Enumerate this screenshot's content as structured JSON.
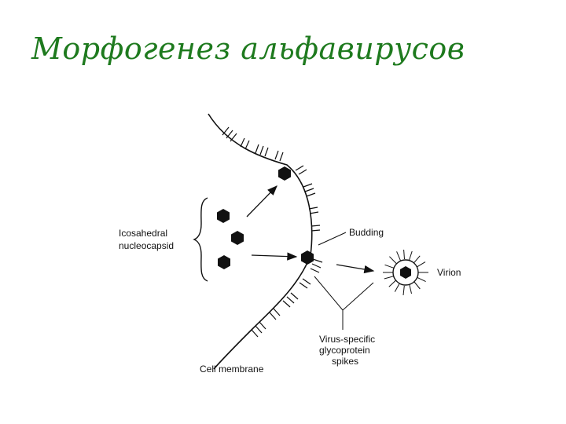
{
  "title": "Морфогенез альфавирусов",
  "diagram": {
    "labels": {
      "icosahedral": "Icosahedral",
      "nucleocapsid": "nucleocapsid",
      "budding": "Budding",
      "virion": "Virion",
      "spikes_line1": "Virus-specific",
      "spikes_line2": "glycoprotein",
      "spikes_line3": "spikes",
      "cell_membrane": "Cell membrane"
    }
  }
}
